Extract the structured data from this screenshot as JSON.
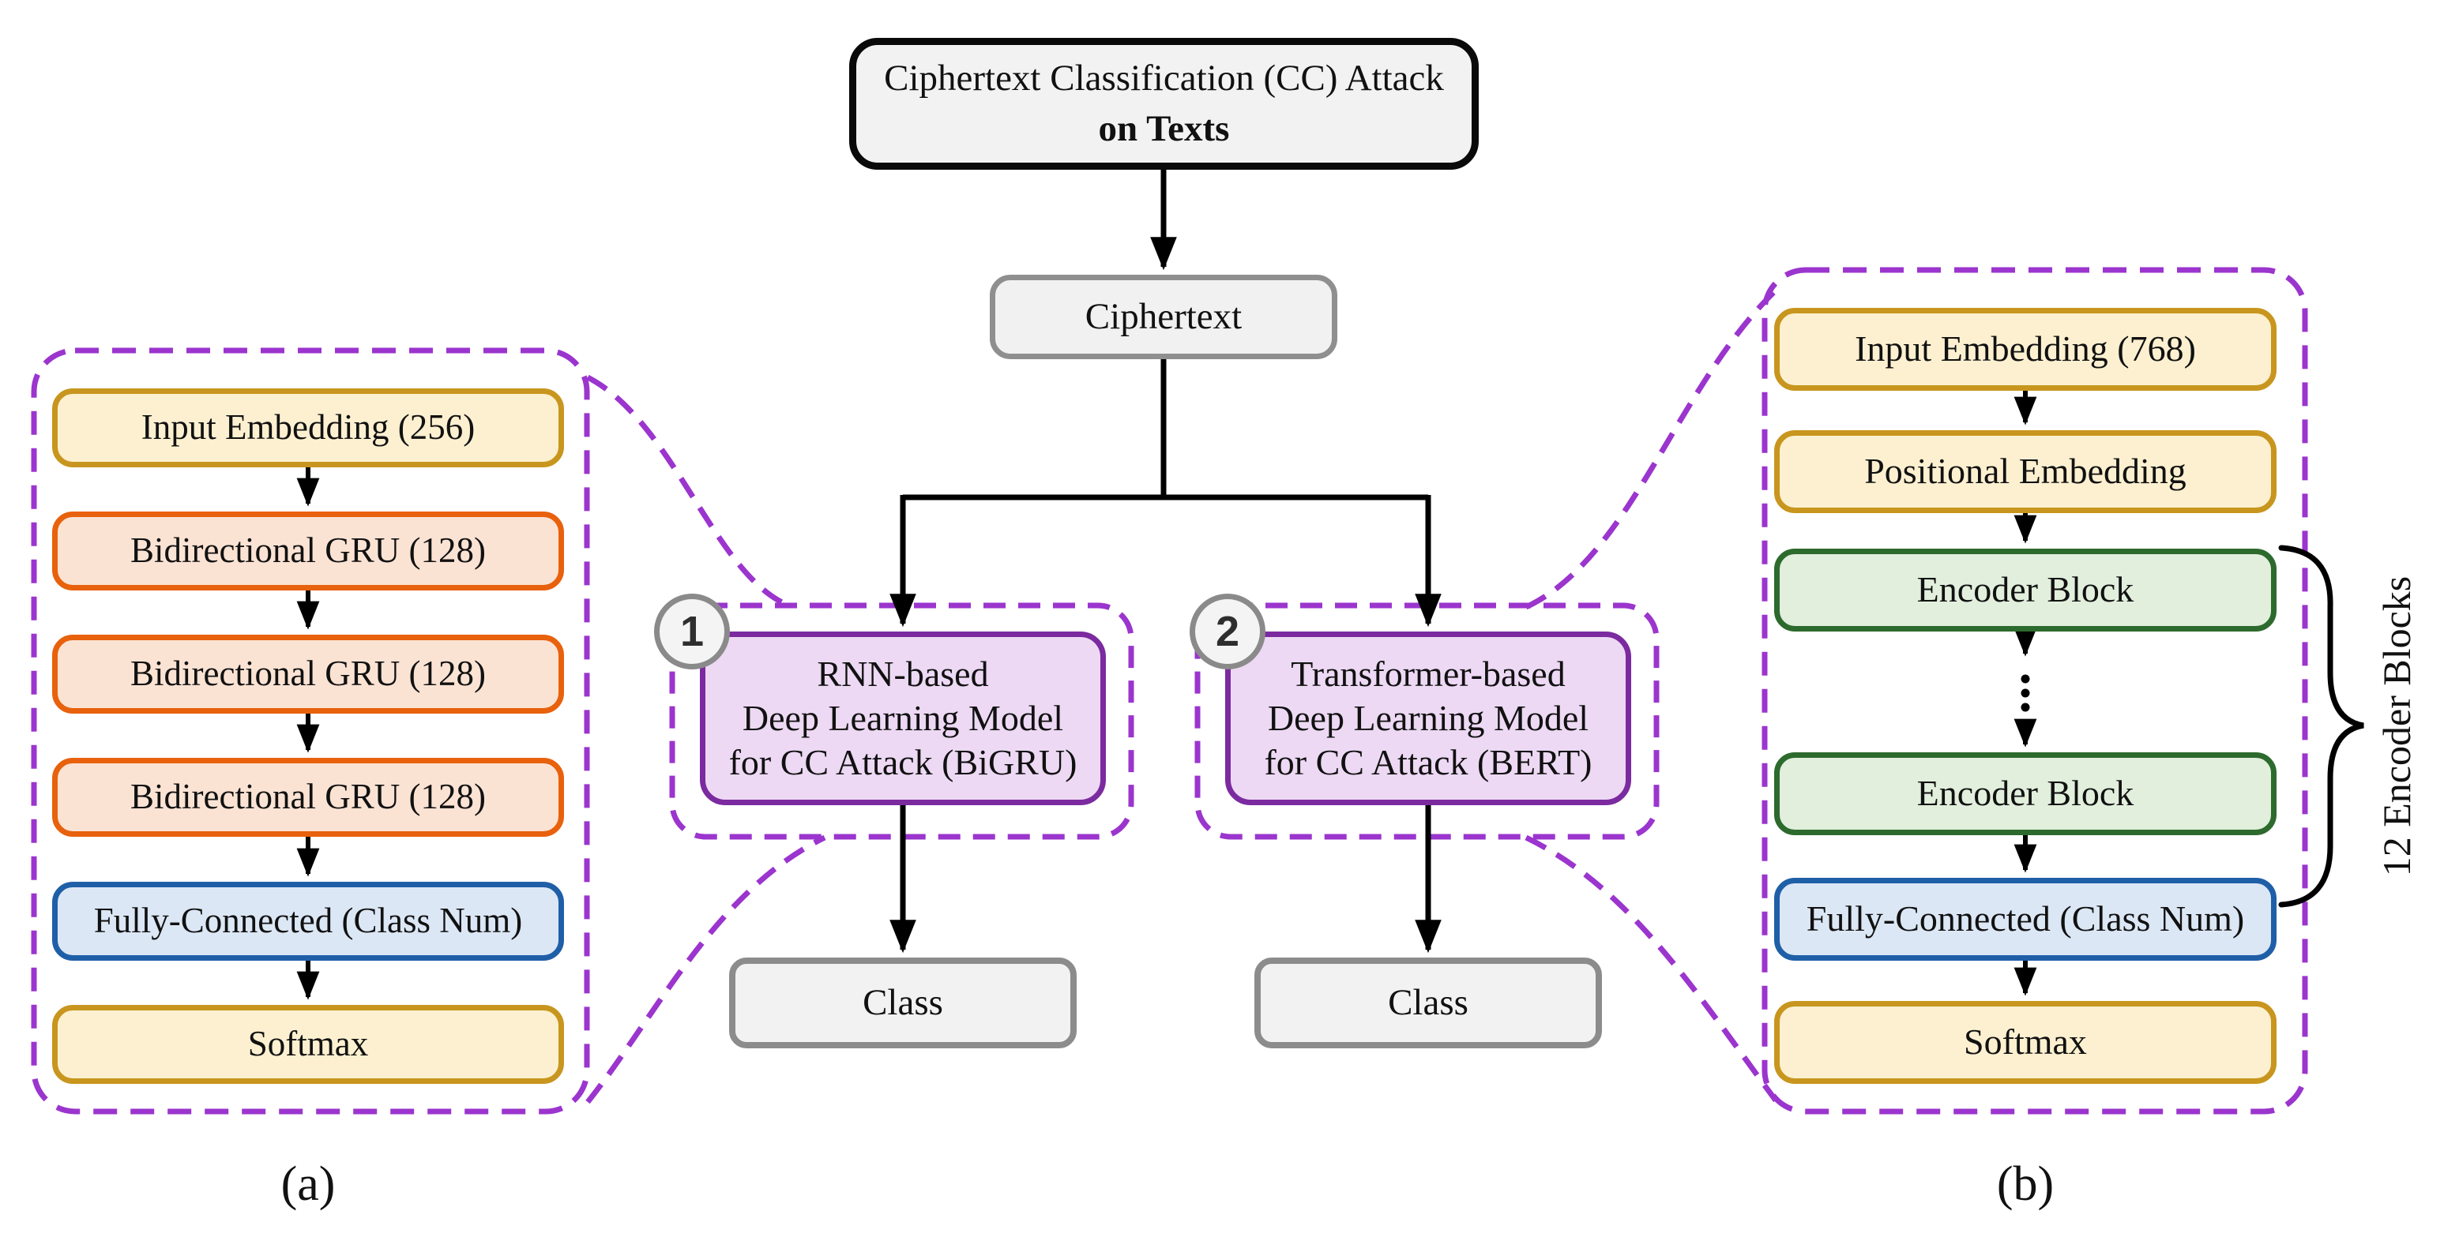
{
  "figure": {
    "root": {
      "title_line1": "Ciphertext Classification (CC) Attack",
      "title_line2": "on Texts",
      "input_label": "Ciphertext",
      "output_label_1": "Class",
      "output_label_2": "Class"
    },
    "models": [
      {
        "badge": "1",
        "line1": "RNN-based",
        "line2": "Deep Learning Model",
        "line3": "for CC Attack (BiGRU)"
      },
      {
        "badge": "2",
        "line1": "Transformer-based",
        "line2": "Deep Learning Model",
        "line3": "for CC Attack (BERT)"
      }
    ],
    "panel_a": {
      "caption": "(a)",
      "boxes": [
        {
          "label": "Input Embedding (256)",
          "type": "embedding"
        },
        {
          "label": "Bidirectional GRU (128)",
          "type": "recurrent"
        },
        {
          "label": "Bidirectional GRU (128)",
          "type": "recurrent"
        },
        {
          "label": "Bidirectional GRU (128)",
          "type": "recurrent"
        },
        {
          "label": "Fully-Connected (Class Num)",
          "type": "dense"
        },
        {
          "label": "Softmax",
          "type": "activation"
        }
      ]
    },
    "panel_b": {
      "caption": "(b)",
      "boxes": [
        {
          "label": "Input Embedding (768)",
          "type": "embedding"
        },
        {
          "label": "Positional Embedding",
          "type": "embedding"
        },
        {
          "label": "Encoder Block",
          "type": "encoder"
        },
        {
          "label": "Encoder Block",
          "type": "encoder"
        },
        {
          "label": "Fully-Connected (Class Num)",
          "type": "dense"
        },
        {
          "label": "Softmax",
          "type": "activation"
        }
      ],
      "brace_label": "12 Encoder Blocks"
    },
    "colors": {
      "dashed_outline_purple": "#9B35CE",
      "model_fill": "#EDD9F4",
      "model_border": "#7B2AA0",
      "embedding_fill": "#FCF0D0",
      "embedding_border": "#C8961E",
      "recurrent_fill": "#FBE3D4",
      "recurrent_border": "#E8610C",
      "dense_fill": "#DCE7F5",
      "dense_border": "#1F5FA8",
      "encoder_fill": "#E1EFDC",
      "encoder_border": "#2D6A2D",
      "io_fill": "#F2F2F2",
      "io_border": "#8C8C8C",
      "arrow": "#000000"
    }
  }
}
